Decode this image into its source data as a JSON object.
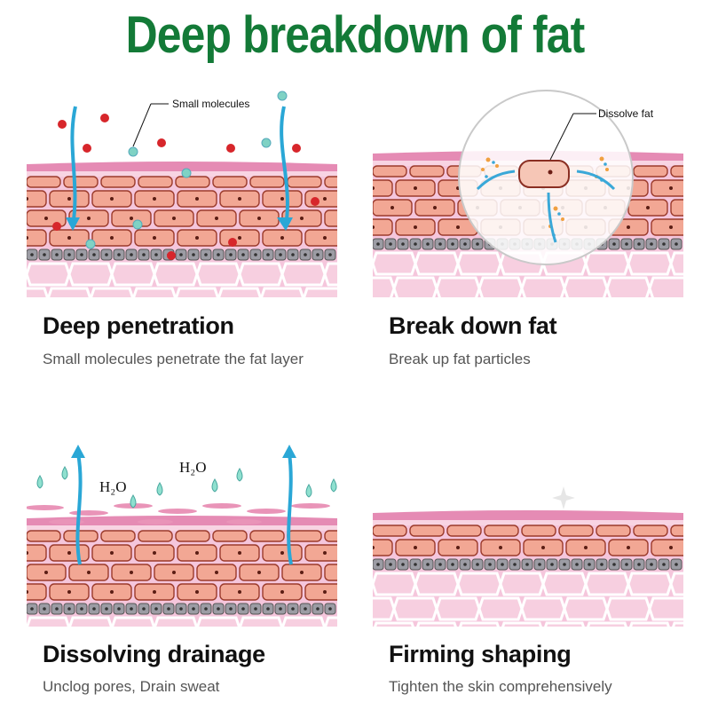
{
  "title": "Deep breakdown of fat",
  "accent_color": "#137a37",
  "panels": [
    {
      "heading": "Deep penetration",
      "subtitle": "Small molecules penetrate the fat layer",
      "callout": "Small molecules"
    },
    {
      "heading": "Break down fat",
      "subtitle": "Break up fat particles",
      "callout": "Dissolve fat"
    },
    {
      "heading": "Dissolving drainage",
      "subtitle": "Unclog pores, Drain sweat",
      "labels": [
        "H₂O",
        "H₂O"
      ]
    },
    {
      "heading": "Firming shaping",
      "subtitle": "Tighten the skin comprehensively"
    }
  ]
}
